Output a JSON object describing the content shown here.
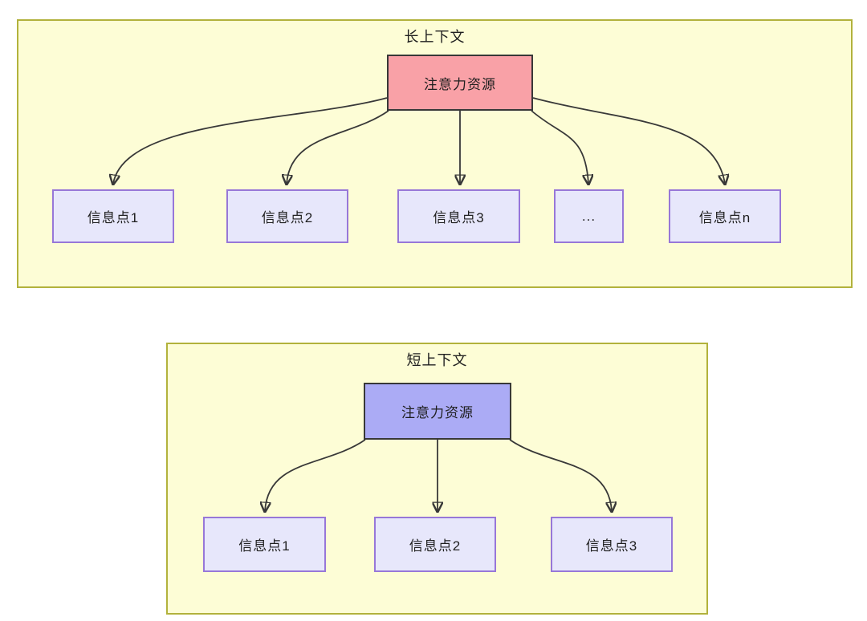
{
  "diagrams": {
    "long_context": {
      "title": "长上下文",
      "attention_label": "注意力资源",
      "info_points": [
        "信息点1",
        "信息点2",
        "信息点3",
        "...",
        "信息点n"
      ]
    },
    "short_context": {
      "title": "短上下文",
      "attention_label": "注意力资源",
      "info_points": [
        "信息点1",
        "信息点2",
        "信息点3"
      ]
    }
  },
  "colors": {
    "container_fill": "#fdfdd6",
    "container_border": "#b2b23c",
    "attention_long_fill": "#f9a1a7",
    "attention_short_fill": "#ababf5",
    "attention_border": "#383838",
    "info_fill": "#e7e7fb",
    "info_border": "#9777d8",
    "arrow": "#383838",
    "text": "#1f1f1f"
  }
}
